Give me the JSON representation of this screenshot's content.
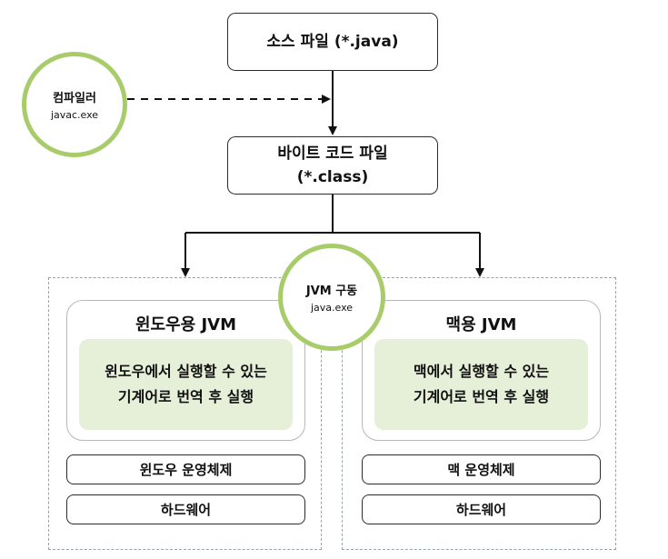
{
  "source_file": {
    "label": "소스 파일 (*.java)"
  },
  "bytecode_file": {
    "line1": "바이트 코드 파일",
    "line2": "(*.class)"
  },
  "compiler": {
    "title": "컴파일러",
    "sub": "javac.exe"
  },
  "jvm_run": {
    "title": "JVM 구동",
    "sub": "java.exe"
  },
  "windows": {
    "jvm_title": "윈도우용 JVM",
    "desc_line1": "윈도우에서 실행할 수 있는",
    "desc_line2": "기계어로 번역 후 실행",
    "os_label": "윈도우 운영체제",
    "hw_label": "하드웨어"
  },
  "mac": {
    "jvm_title": "맥용 JVM",
    "desc_line1": "맥에서 실행할 수 있는",
    "desc_line2": "기계어로 번역 후 실행",
    "os_label": "맥 운영체제",
    "hw_label": "하드웨어"
  },
  "colors": {
    "circle_border": "#a8cc6a",
    "inner_fill": "#e6f0d9",
    "frame_dash": "#9aa1b5"
  }
}
